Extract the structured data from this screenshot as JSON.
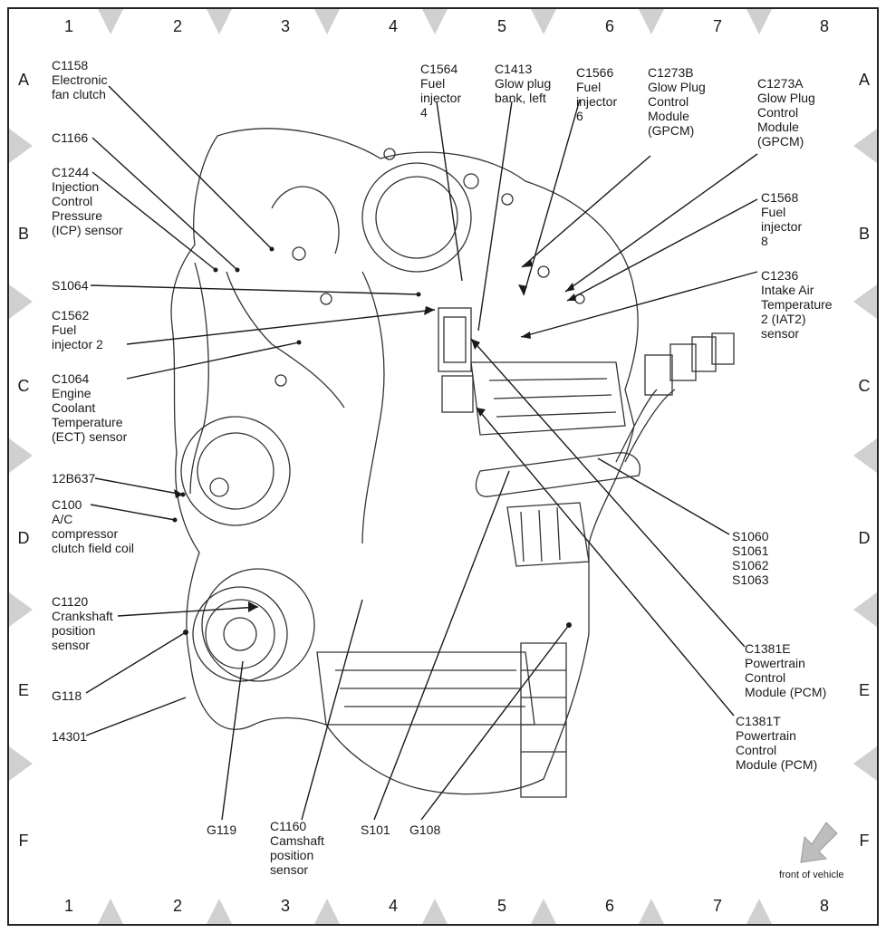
{
  "grid": {
    "columns": [
      "1",
      "2",
      "3",
      "4",
      "5",
      "6",
      "7",
      "8"
    ],
    "rows": [
      "A",
      "B",
      "C",
      "D",
      "E",
      "F"
    ]
  },
  "labels": {
    "c1158": [
      "C1158",
      "Electronic",
      "fan clutch"
    ],
    "c1166": [
      "C1166"
    ],
    "c1244": [
      "C1244",
      "Injection",
      "Control",
      "Pressure",
      "(ICP) sensor"
    ],
    "s1064": [
      "S1064"
    ],
    "c1562": [
      "C1562",
      "Fuel",
      "injector 2"
    ],
    "c1064": [
      "C1064",
      "Engine",
      "Coolant",
      "Temperature",
      "(ECT) sensor"
    ],
    "b12b637": [
      "12B637"
    ],
    "c100": [
      "C100",
      "A/C",
      "compressor",
      "clutch field coil"
    ],
    "c1120": [
      "C1120",
      "Crankshaft",
      "position",
      "sensor"
    ],
    "g118": [
      "G118"
    ],
    "p14301": [
      "14301"
    ],
    "g119": [
      "G119"
    ],
    "c1160": [
      "C1160",
      "Camshaft",
      "position",
      "sensor"
    ],
    "s101": [
      "S101"
    ],
    "g108": [
      "G108"
    ],
    "c1564": [
      "C1564",
      "Fuel",
      "injector",
      "4"
    ],
    "c1413": [
      "C1413",
      "Glow plug",
      "bank, left"
    ],
    "c1566": [
      "C1566",
      "Fuel",
      "injector",
      "6"
    ],
    "c1273b": [
      "C1273B",
      "Glow Plug",
      "Control",
      "Module",
      "(GPCM)"
    ],
    "c1273a": [
      "C1273A",
      "Glow Plug",
      "Control",
      "Module",
      "(GPCM)"
    ],
    "c1568": [
      "C1568",
      "Fuel",
      "injector",
      "8"
    ],
    "c1236": [
      "C1236",
      "Intake Air",
      "Temperature",
      "2 (IAT2)",
      "sensor"
    ],
    "s1060": [
      "S1060",
      "S1061",
      "S1062",
      "S1063"
    ],
    "c1381e": [
      "C1381E",
      "Powertrain",
      "Control",
      "Module (PCM)"
    ],
    "c1381t": [
      "C1381T",
      "Powertrain",
      "Control",
      "Module (PCM)"
    ]
  },
  "front_label": "front of vehicle",
  "colors": {
    "line": "#1a1a1a",
    "grid_marker": "#d0d0d0",
    "arrow": "#bdbdbd"
  }
}
